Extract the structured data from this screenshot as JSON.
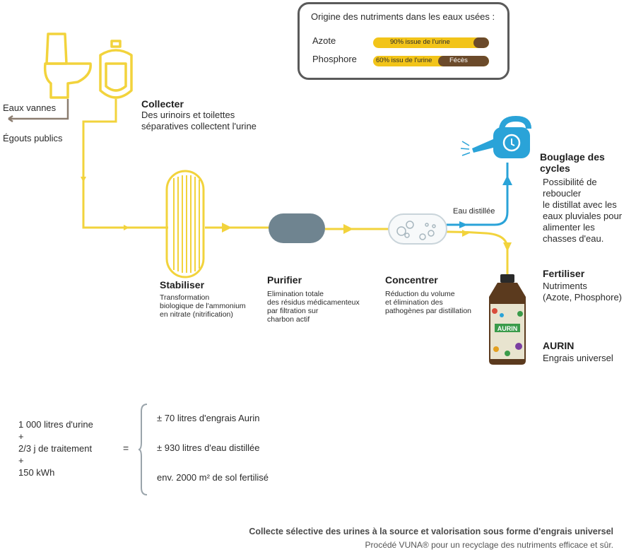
{
  "legend": {
    "title": "Origine des nutriments dans les eaux usées :",
    "rows": [
      {
        "name": "Azote",
        "urine_label": "90% issue de l'urine",
        "feces_label": "",
        "urine_share": 0.9
      },
      {
        "name": "Phosphore",
        "urine_label": "60% issu de l'urine",
        "feces_label": "Fécès",
        "urine_share": 0.6
      }
    ]
  },
  "left_labels": {
    "eaux_vannes": "Eaux vannes",
    "egouts": "Égouts publics"
  },
  "steps": {
    "collecter": {
      "title": "Collecter",
      "desc": [
        "Des urinoirs et toilettes",
        "séparatives collectent l'urine"
      ]
    },
    "stabiliser": {
      "title": "Stabiliser",
      "desc": [
        "Transformation",
        "biologique de l'ammonium",
        "en nitrate (nitrification)"
      ]
    },
    "purifier": {
      "title": "Purifier",
      "desc": [
        "Elimination totale",
        "des résidus médicamenteux",
        "par filtration sur",
        "charbon actif"
      ]
    },
    "concentrer": {
      "title": "Concentrer",
      "desc": [
        "Réduction du volume",
        "et élimination des",
        "pathogènes par distillation"
      ]
    },
    "bouclage": {
      "title": "Bouglage des cycles",
      "desc": [
        "Possibilité de",
        "reboucler",
        "le distillat avec les",
        "eaux pluviales pour",
        "alimenter les",
        "chasses d'eau."
      ]
    },
    "fertiliser": {
      "title": "Fertiliser",
      "desc": [
        "Nutriments",
        "(Azote, Phosphore)"
      ]
    },
    "aurin": {
      "title": "AURIN",
      "desc": [
        "Engrais universel"
      ]
    }
  },
  "eau_distillee": "Eau distillée",
  "bottle_label": "AURIN",
  "equation": {
    "inputs": [
      "1 000 litres d'urine",
      "+",
      "2/3 j de traitement",
      "+",
      "150 kWh"
    ],
    "equals": "=",
    "outputs": [
      "± 70 litres d'engrais Aurin",
      "± 930 litres d'eau distillée",
      "env. 2000 m² de sol fertilisé"
    ]
  },
  "caption": {
    "title": "Collecte sélective des urines à la source et valorisation sous forme d'engrais universel",
    "subtitle": "Procédé VUNA® pour un recyclage des nutriments efficace et sûr."
  },
  "colors": {
    "urine": "#f2d33c",
    "water": "#2aa3d8",
    "brown": "#6b4a2a",
    "filter": "#6f8490",
    "gray_pipe": "#8b7d70"
  },
  "icons": [
    "toilet-icon",
    "urinal-icon",
    "stabiliser-tank-icon",
    "filter-cylinder-icon",
    "distiller-icon",
    "watering-can-icon",
    "fertilizer-bottle-icon"
  ]
}
